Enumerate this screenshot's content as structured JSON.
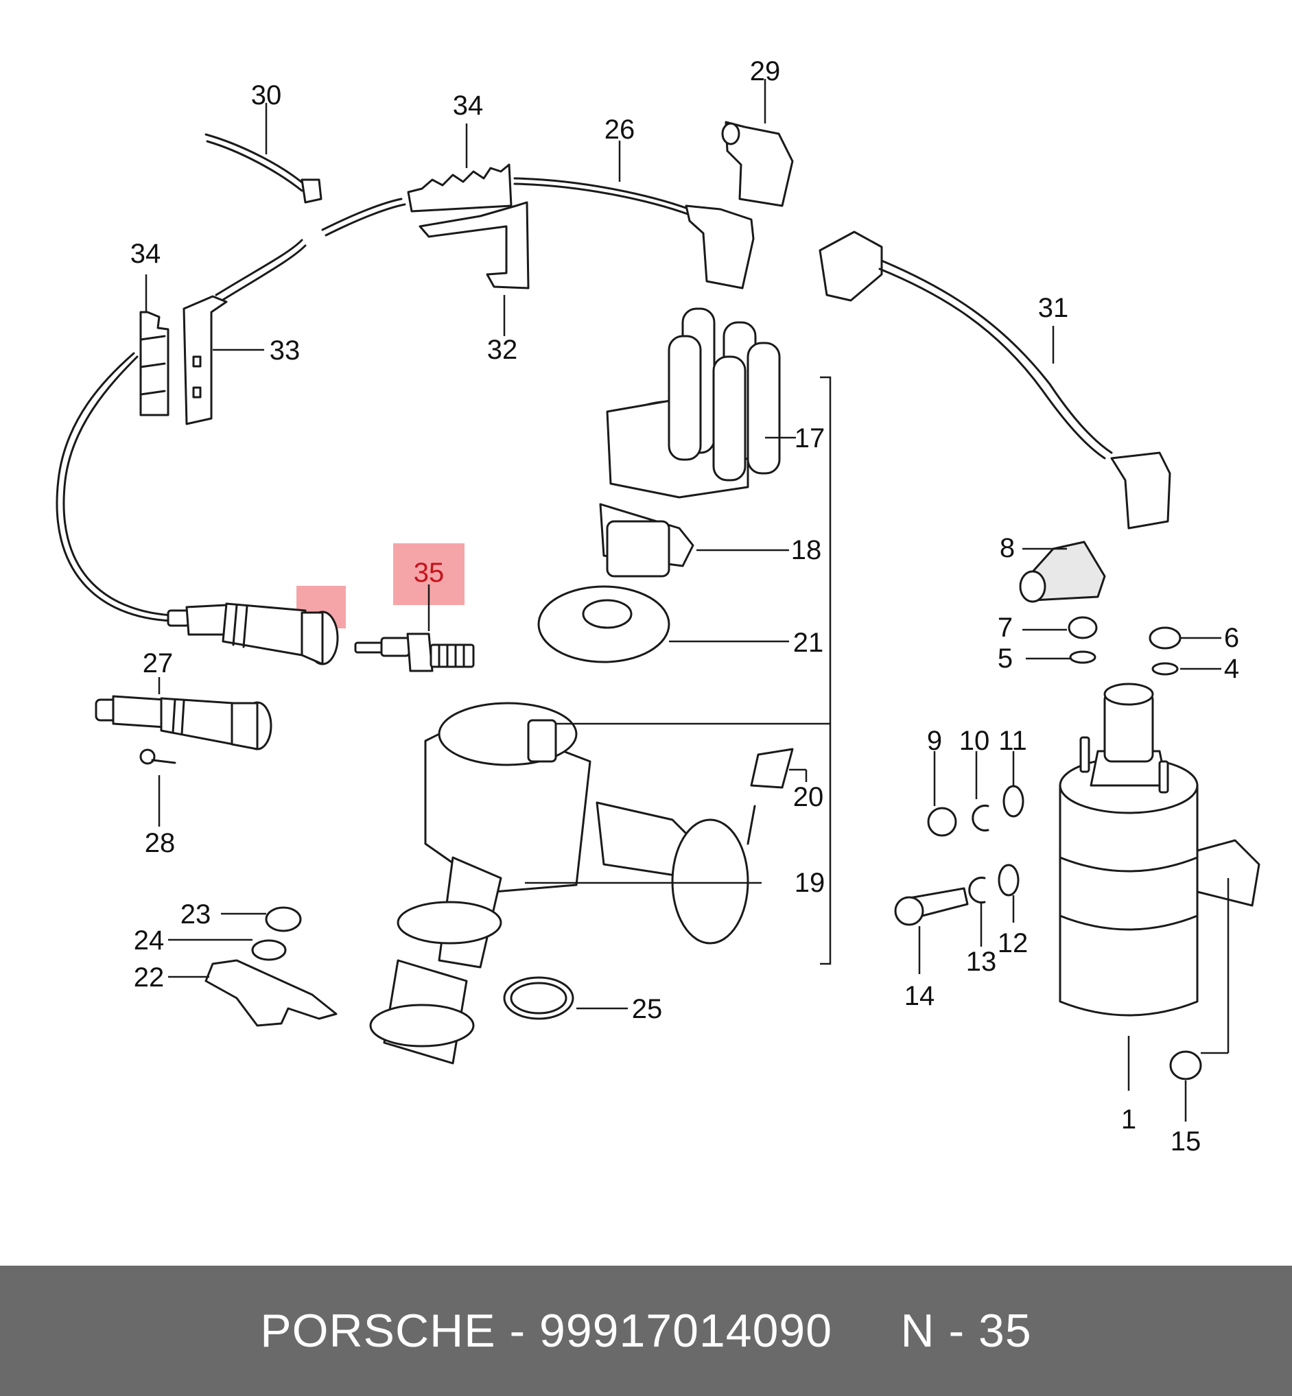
{
  "diagram": {
    "highlight_color": "#f5a5a8",
    "highlighted_part": "35",
    "callouts": [
      "1",
      "4",
      "5",
      "6",
      "7",
      "8",
      "9",
      "10",
      "11",
      "12",
      "13",
      "14",
      "15",
      "17",
      "18",
      "19",
      "20",
      "21",
      "22",
      "23",
      "24",
      "25",
      "26",
      "27",
      "28",
      "29",
      "30",
      "31",
      "32",
      "33",
      "34",
      "34",
      "35"
    ]
  },
  "footer": {
    "brand": "PORSCHE",
    "separator": " - ",
    "part_number": "99917014090",
    "position_label": "N - 35",
    "background": "#6a6a6a"
  }
}
